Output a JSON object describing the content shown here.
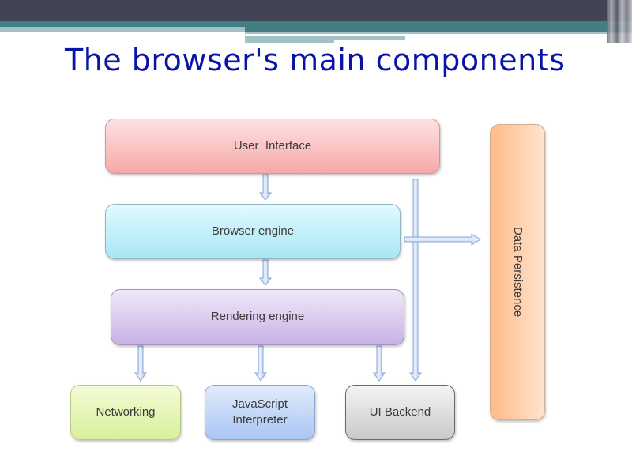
{
  "slide": {
    "title": "The browser's main components"
  },
  "diagram": {
    "components": {
      "user_interface": "User  Interface",
      "browser_engine": "Browser engine",
      "rendering_engine": "Rendering engine",
      "networking": "Networking",
      "javascript_interpreter_line1": "JavaScript",
      "javascript_interpreter_line2": "Interpreter",
      "ui_backend": "UI Backend",
      "data_persistence": "Data Persistence"
    },
    "connections": [
      {
        "from": "User Interface",
        "to": "Browser engine"
      },
      {
        "from": "Browser engine",
        "to": "Rendering engine"
      },
      {
        "from": "Rendering engine",
        "to": "Networking"
      },
      {
        "from": "Rendering engine",
        "to": "JavaScript Interpreter"
      },
      {
        "from": "Rendering engine",
        "to": "UI Backend"
      },
      {
        "from": "User Interface",
        "to": "UI Backend"
      },
      {
        "from": "Browser engine",
        "to": "Data Persistence"
      }
    ],
    "colors": {
      "title": "#0a14a8",
      "user_interface": "#f7a8a8",
      "browser_engine": "#a8e6f6",
      "rendering_engine": "#c8b2e6",
      "networking": "#d8f09a",
      "javascript_interpreter": "#a9c6f4",
      "ui_backend": "#c9c9c9",
      "data_persistence": "#ffba88",
      "arrow": "#a9bfe8"
    }
  }
}
